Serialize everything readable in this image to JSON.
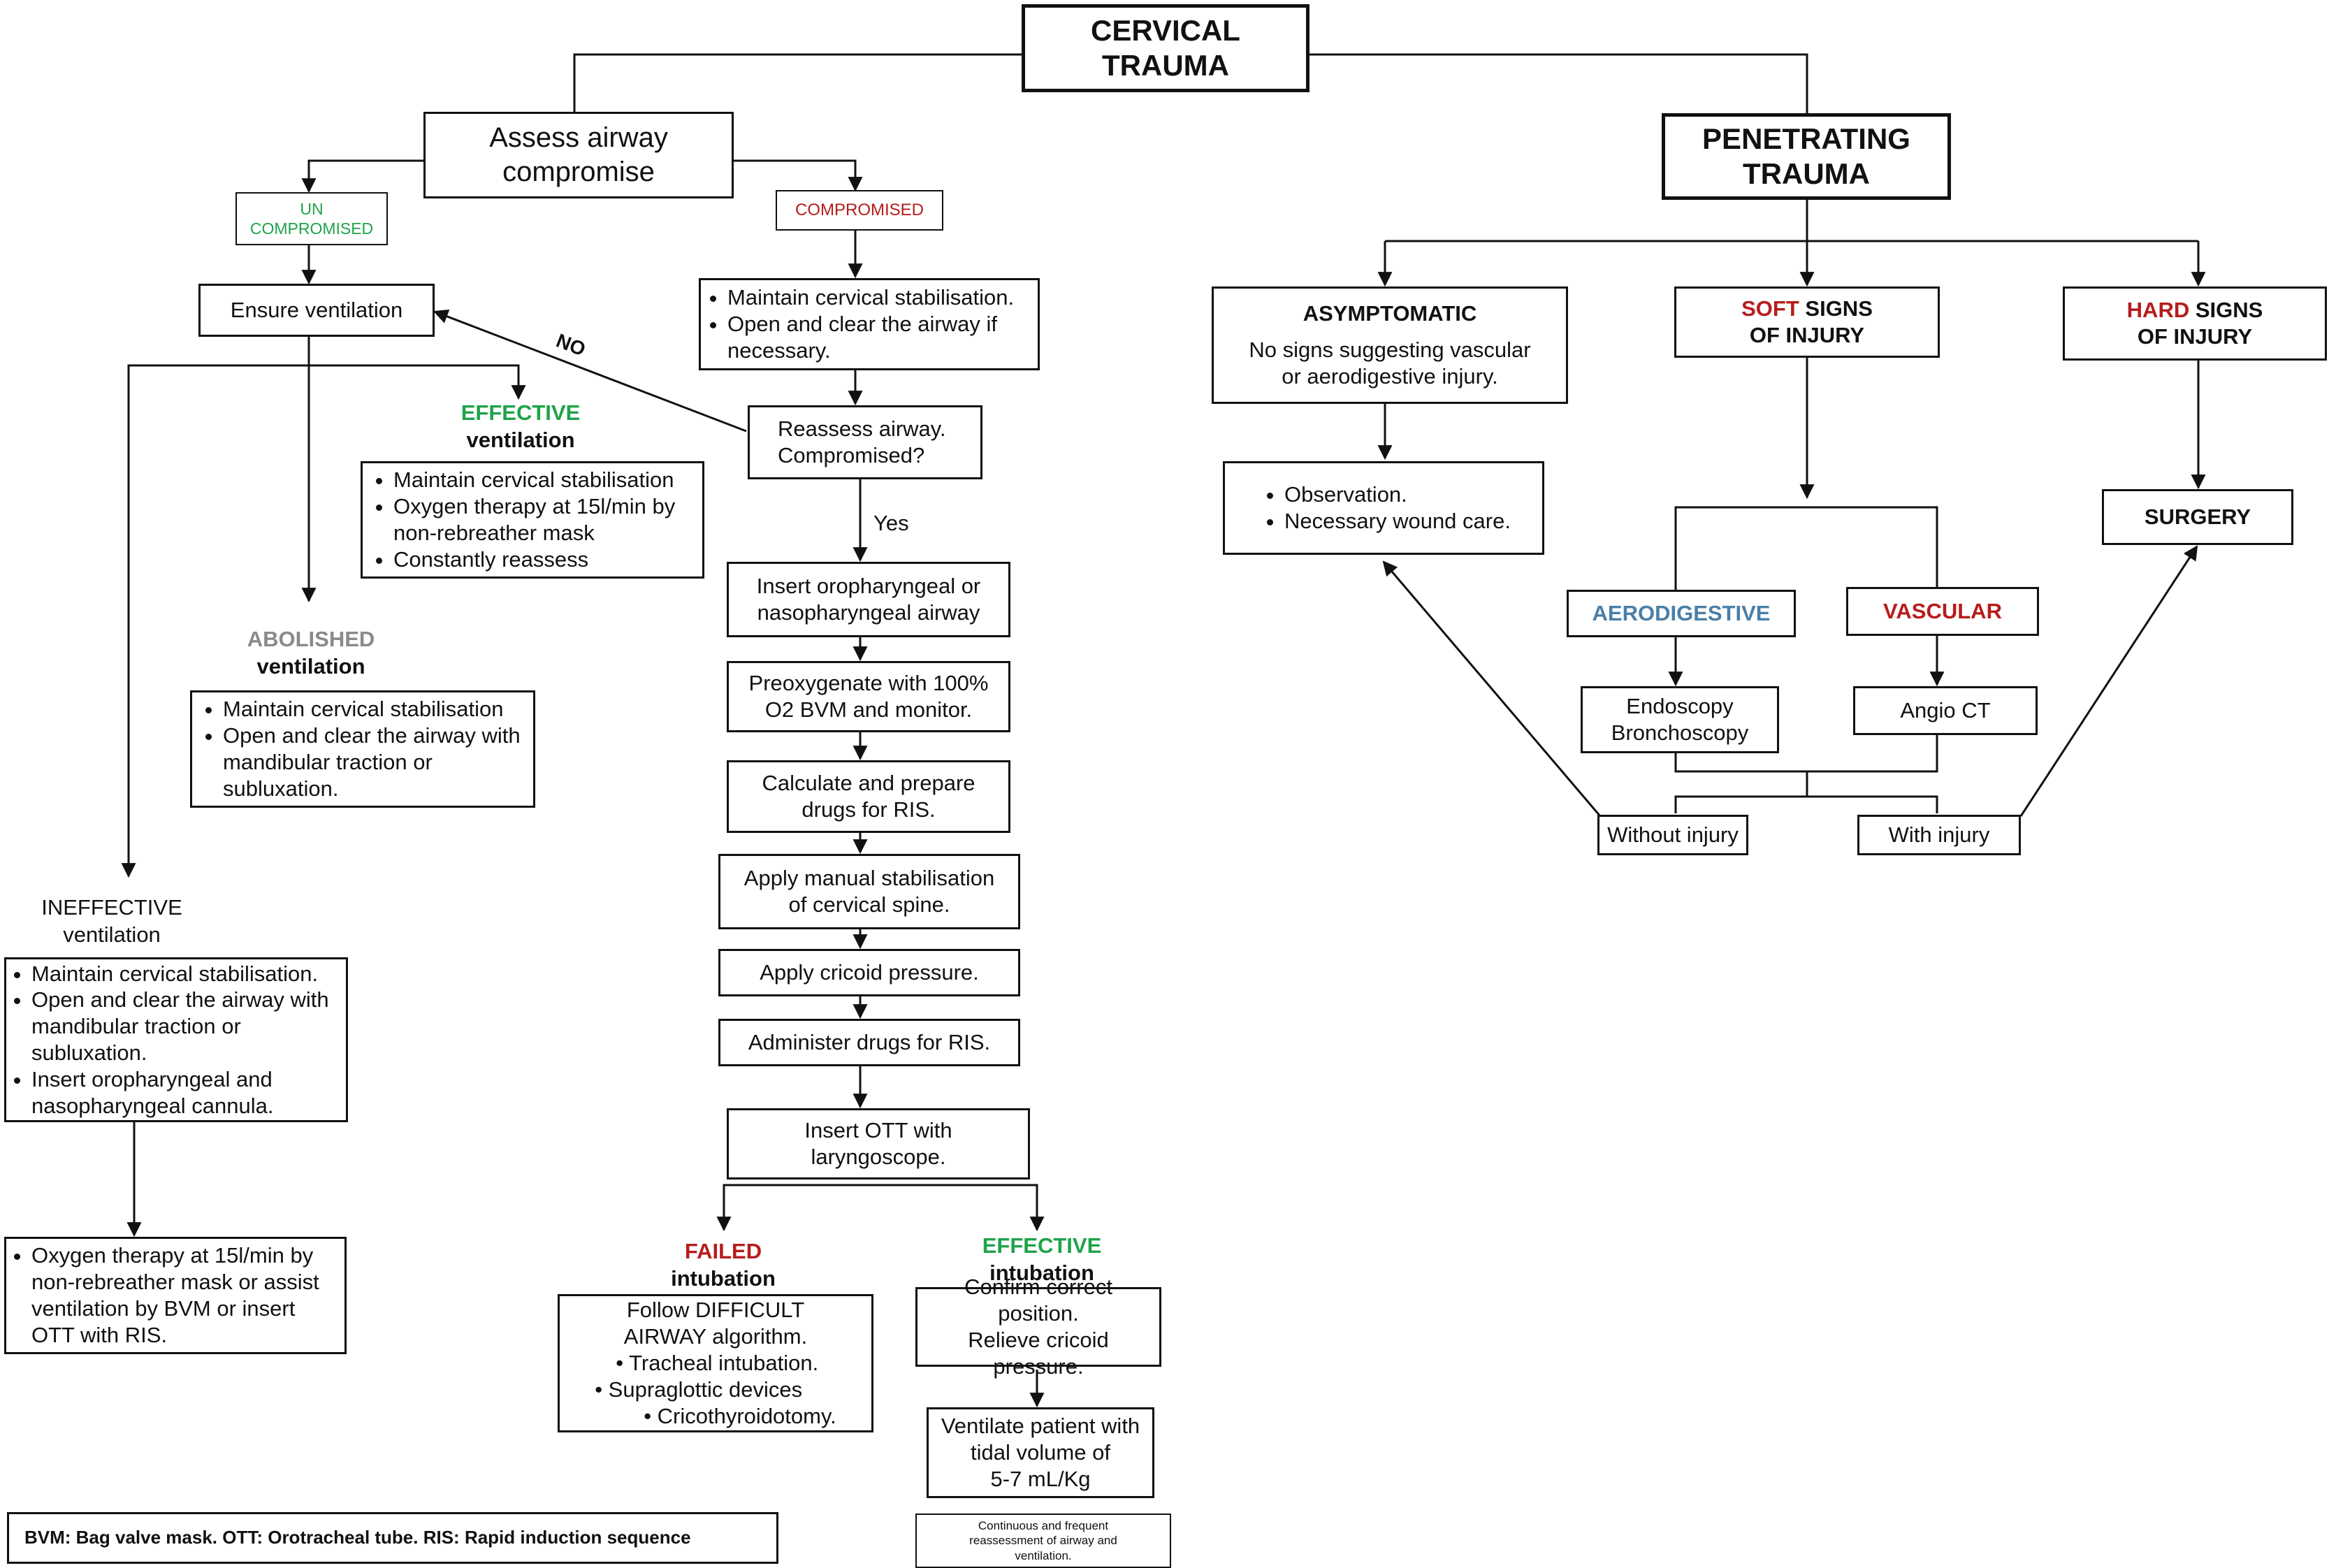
{
  "title": [
    "CERVICAL",
    "TRAUMA"
  ],
  "assess_airway": [
    "Assess airway",
    "compromise"
  ],
  "uncompromised": [
    "UN",
    "COMPROMISED"
  ],
  "compromised": "COMPROMISED",
  "ensure_ventilation": "Ensure ventilation",
  "no_label": "NO",
  "yes_label": "Yes",
  "effective_ventilation": {
    "word": "EFFECTIVE",
    "rest": "ventilation"
  },
  "effective_vent_items": [
    "Maintain cervical stabilisation",
    "Oxygen therapy at 15l/min by non-rebreather mask",
    "Constantly reassess"
  ],
  "abolished_ventilation": {
    "word": "ABOLISHED",
    "rest": "ventilation"
  },
  "abolished_items": [
    "Maintain cervical stabilisation",
    "Open and clear the airway with mandibular traction or subluxation."
  ],
  "ineffective_ventilation": {
    "word": "INEFFECTIVE",
    "rest": "ventilation"
  },
  "ineffective_items": [
    "Maintain cervical stabilisation.",
    "Open and clear the airway with mandibular traction or subluxation.",
    "Insert oropharyngeal and nasopharyngeal cannula."
  ],
  "oxygen_box": [
    "Oxygen therapy at 15l/min by non-rebreather mask or assist ventilation by BVM or insert OTT with RIS."
  ],
  "compromised_items": [
    "Maintain cervical stabilisation.",
    "Open and clear the airway if necessary."
  ],
  "reassess": [
    "Reassess airway.",
    "Compromised?"
  ],
  "steps": [
    [
      "Insert oropharyngeal or",
      "nasopharyngeal airway"
    ],
    [
      "Preoxygenate with 100%",
      "O2 BVM and monitor."
    ],
    [
      "Calculate and prepare",
      "drugs for RIS."
    ],
    [
      "Apply manual stabilisation",
      "of cervical spine."
    ],
    [
      "Apply cricoid pressure."
    ],
    [
      "Administer drugs for RIS."
    ],
    [
      "Insert OTT with",
      "laryngoscope."
    ]
  ],
  "failed_intubation": {
    "word": "FAILED",
    "rest": "intubation"
  },
  "failed_box": {
    "lines": [
      "Follow DIFFICULT",
      "AIRWAY algorithm."
    ],
    "items": [
      "Tracheal intubation.",
      "Supraglottic devices",
      "Cricothyroidotomy."
    ]
  },
  "effective_intubation": {
    "word": "EFFECTIVE",
    "rest": "intubation"
  },
  "confirm_box": [
    "Confirm correct",
    "position.",
    "Relieve cricoid pressure."
  ],
  "ventilate_box": [
    "Ventilate patient with",
    "tidal volume of",
    "5-7 mL/Kg"
  ],
  "reassessment_note": [
    "Continuous and frequent",
    "reassessment of airway and",
    "ventilation."
  ],
  "legend": "BVM: Bag valve mask. OTT: Orotracheal tube. RIS: Rapid induction sequence",
  "penetrating": [
    "PENETRATING",
    "TRAUMA"
  ],
  "asymptomatic": {
    "title": "ASYMPTOMATIC",
    "lines": [
      "No signs suggesting vascular",
      "or aerodigestive injury."
    ]
  },
  "soft_signs": {
    "word": "SOFT",
    "rest": "SIGNS",
    "line2": "OF INJURY"
  },
  "hard_signs": {
    "word": "HARD",
    "rest": "SIGNS",
    "line2": "OF INJURY"
  },
  "observation_items": [
    "Observation.",
    "Necessary wound care."
  ],
  "surgery": "SURGERY",
  "aerodigestive": "AERODIGESTIVE",
  "vascular": "VASCULAR",
  "endoscopy": [
    "Endoscopy",
    "Bronchoscopy"
  ],
  "angio": "Angio CT",
  "without_injury": "Without injury",
  "with_injury": "With injury",
  "colors": {
    "green": "#1fa34a",
    "red": "#b71c1c",
    "gray": "#8a8a8a",
    "blue": "#4a7fa8",
    "line": "#111111"
  }
}
